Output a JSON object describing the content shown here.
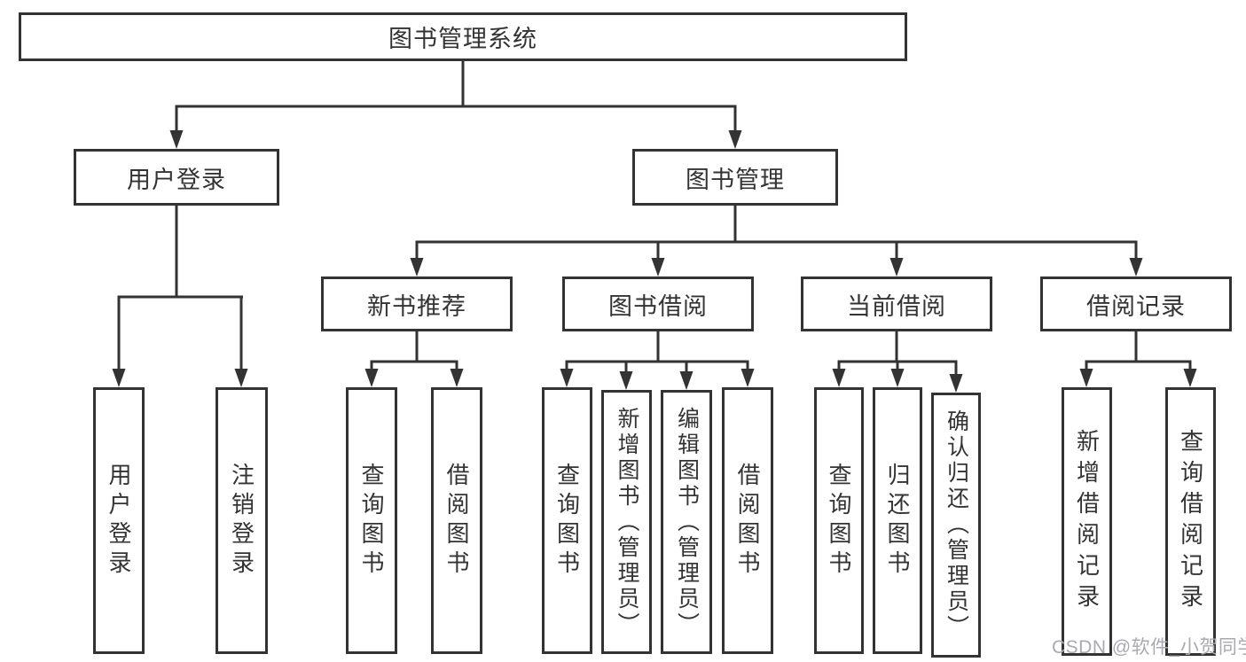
{
  "tree": {
    "root": {
      "label": "图书管理系统"
    },
    "branches": [
      {
        "label": "用户登录",
        "children": [
          {
            "label": "用户登录"
          },
          {
            "label": "注销登录"
          }
        ]
      },
      {
        "label": "图书管理",
        "children": [
          {
            "label": "新书推荐",
            "children": [
              {
                "label": "查询图书"
              },
              {
                "label": "借阅图书"
              }
            ]
          },
          {
            "label": "图书借阅",
            "children": [
              {
                "label": "查询图书"
              },
              {
                "label": "新增图书（管理员）"
              },
              {
                "label": "编辑图书（管理员）"
              },
              {
                "label": "借阅图书"
              }
            ]
          },
          {
            "label": "当前借阅",
            "children": [
              {
                "label": "查询图书"
              },
              {
                "label": "归还图书"
              },
              {
                "label": "确认归还（管理员）"
              }
            ]
          },
          {
            "label": "借阅记录",
            "children": [
              {
                "label": "新增借阅记录"
              },
              {
                "label": "查询借阅记录"
              }
            ]
          }
        ]
      }
    ]
  },
  "watermark": {
    "text": "CSDN @软件_小贺同学"
  },
  "colors": {
    "line": "#333333",
    "text": "#333333",
    "watermark": "#a9a9b1",
    "background": "#ffffff"
  }
}
